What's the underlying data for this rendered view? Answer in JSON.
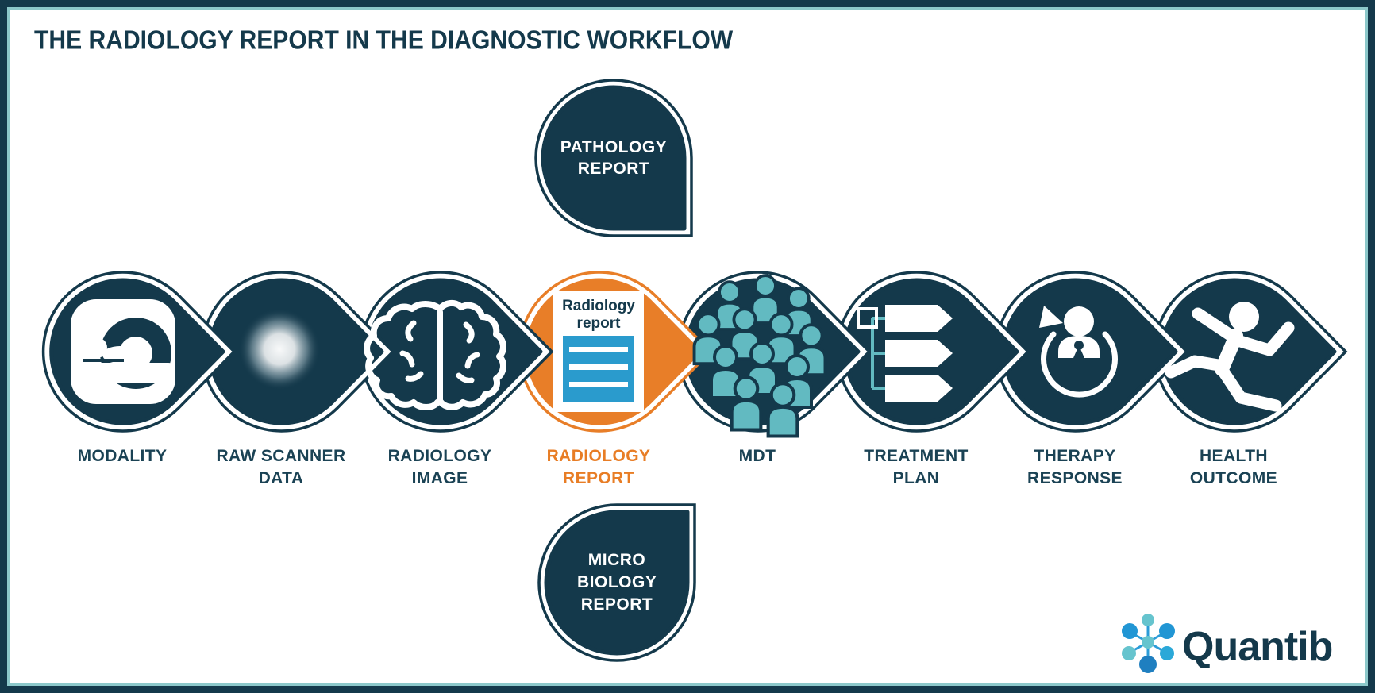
{
  "title": "THE RADIOLOGY REPORT IN THE DIAGNOSTIC WORKFLOW",
  "colors": {
    "dark_navy": "#14394B",
    "orange": "#E87E28",
    "document_blue": "#2A9BCD",
    "teal": "#62BAC1",
    "frame_inner_teal": "#8CC8CA"
  },
  "bubbles": {
    "pathology": {
      "label": "PATHOLOGY REPORT"
    },
    "microbiology": {
      "label": "MICRO BIOLOGY REPORT"
    }
  },
  "workflow": {
    "nodes": [
      {
        "id": "modality",
        "label": "MODALITY",
        "icon": "mri-scanner-icon",
        "highlighted": false
      },
      {
        "id": "raw-scanner-data",
        "label": "RAW SCANNER DATA",
        "icon": "scan-blur-icon",
        "highlighted": false
      },
      {
        "id": "radiology-image",
        "label": "RADIOLOGY IMAGE",
        "icon": "brain-icon",
        "highlighted": false
      },
      {
        "id": "radiology-report",
        "label": "RADIOLOGY REPORT",
        "icon": "report-document-icon",
        "highlighted": true
      },
      {
        "id": "mdt",
        "label": "MDT",
        "icon": "people-group-icon",
        "highlighted": false
      },
      {
        "id": "treatment-plan",
        "label": "TREATMENT PLAN",
        "icon": "treatment-plan-icon",
        "highlighted": false
      },
      {
        "id": "therapy-response",
        "label": "THERAPY RESPONSE",
        "icon": "cycle-person-icon",
        "highlighted": false
      },
      {
        "id": "health-outcome",
        "label": "HEALTH OUTCOME",
        "icon": "running-person-icon",
        "highlighted": false
      }
    ]
  },
  "document": {
    "title": "Radiology report"
  },
  "logo": {
    "text": "Quantib"
  }
}
